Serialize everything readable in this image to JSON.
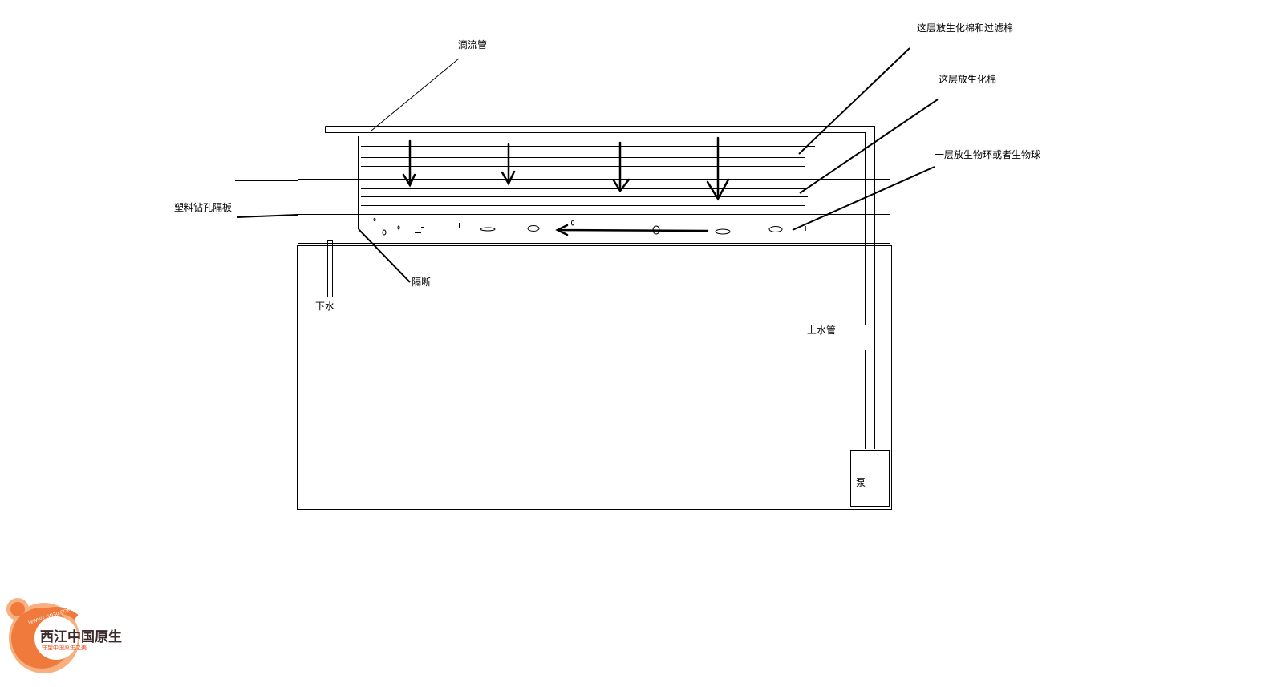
{
  "labels": {
    "drip_pipe": "滴流管",
    "top_layer": "这层放生化棉和过滤棉",
    "middle_layer": "这层放生化棉",
    "bottom_layer": "一层放生物环或者生物球",
    "perforated_board": "塑料钻孔隔板",
    "partition": "隔断",
    "drain": "下水",
    "inlet_pipe": "上水管",
    "pump": "泵"
  },
  "watermark": {
    "brand": "西江中国原生",
    "slogan": "守望中国原生之美",
    "url": "WWW.CGN30.COM"
  },
  "colors": {
    "line": "#000000",
    "watermark_orange": "#f07a3c",
    "watermark_light": "#f8b080"
  }
}
